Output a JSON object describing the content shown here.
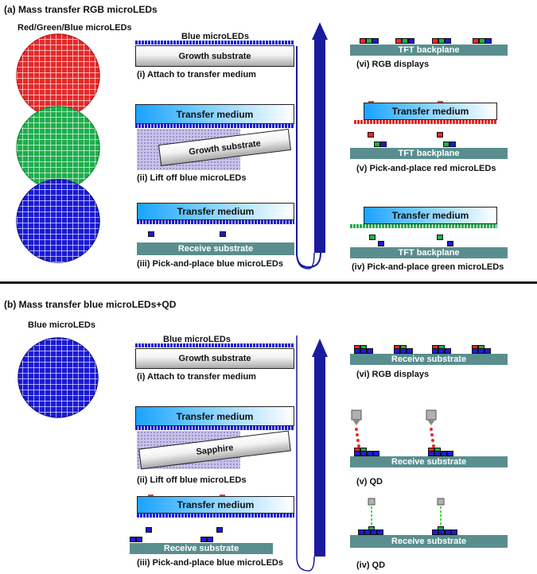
{
  "panel_a": {
    "title": "(a) Mass transfer RGB microLEDs",
    "wafer_label": "Red/Green/Blue microLEDs",
    "step1": {
      "top_label": "Blue microLEDs",
      "substrate": "Growth substrate",
      "caption": "(i) Attach to transfer medium"
    },
    "step2": {
      "medium": "Transfer medium",
      "substrate": "Growth substrate",
      "caption": "(ii) Lift off  blue microLEDs"
    },
    "step3": {
      "medium": "Transfer medium",
      "substrate": "Receive  substrate",
      "caption": "(iii) Pick-and-place blue microLEDs"
    },
    "step4": {
      "medium": "Transfer medium",
      "backplane": "TFT backplane",
      "caption": "(iv) Pick-and-place green microLEDs"
    },
    "step5": {
      "medium": "Transfer medium",
      "backplane": "TFT backplane",
      "caption": "(v) Pick-and-place red microLEDs"
    },
    "step6": {
      "backplane": "TFT backplane",
      "caption": "(vi) RGB displays"
    }
  },
  "panel_b": {
    "title": "(b) Mass transfer blue microLEDs+QD",
    "wafer_label": "Blue microLEDs",
    "step1": {
      "top_label": "Blue microLEDs",
      "substrate": "Growth substrate",
      "caption": "(i) Attach to transfer medium"
    },
    "step2": {
      "medium": "Transfer medium",
      "substrate": "Sapphire",
      "caption": "(ii) Lift off  blue microLEDs"
    },
    "step3": {
      "medium": "Transfer medium",
      "substrate": "Receive  substrate",
      "caption": "(iii) Pick-and-place  blue microLEDs"
    },
    "step4": {
      "substrate": "Receive  substrate",
      "caption": "(iv) QD"
    },
    "step5": {
      "substrate": "Receive  substrate",
      "caption": "(v) QD"
    },
    "step6": {
      "substrate": "Receive  substrate",
      "caption": "(vi) RGB displays"
    }
  },
  "colors": {
    "blue": "#1a1ad6",
    "red": "#e52a2a",
    "green": "#1fae4d",
    "teal": "#5a8e8e",
    "arrow": "#1a1a9e"
  }
}
